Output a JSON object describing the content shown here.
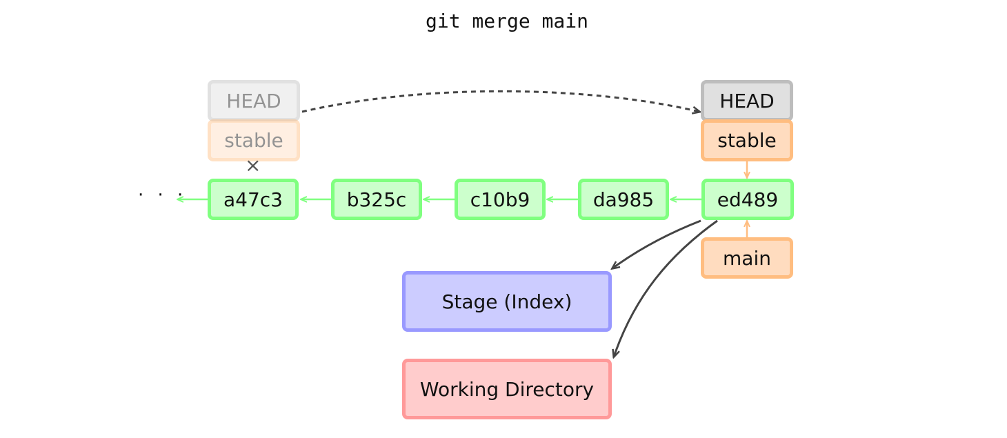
{
  "title": "git merge main",
  "ellipsis": "· · ·",
  "commits": {
    "a47c3": "a47c3",
    "b325c": "b325c",
    "c10b9": "c10b9",
    "da985": "da985",
    "ed489": "ed489"
  },
  "old_refs": {
    "head": "HEAD",
    "stable": "stable",
    "detached_marker": "×"
  },
  "new_refs": {
    "head": "HEAD",
    "stable": "stable",
    "main": "main"
  },
  "areas": {
    "stage": "Stage (Index)",
    "working_directory": "Working Directory"
  },
  "colors": {
    "commit_fill": "#ccffcc",
    "commit_border": "#80ff80",
    "ref_fill": "#ffdcbf",
    "ref_border": "#ffbd80",
    "head_fill": "#e0e0e0",
    "head_border": "#bdbdbd",
    "stage_fill": "#ccccff",
    "stage_border": "#9999ff",
    "workdir_fill": "#ffcccc",
    "workdir_border": "#ff9999",
    "arrow_dark": "#444444"
  }
}
